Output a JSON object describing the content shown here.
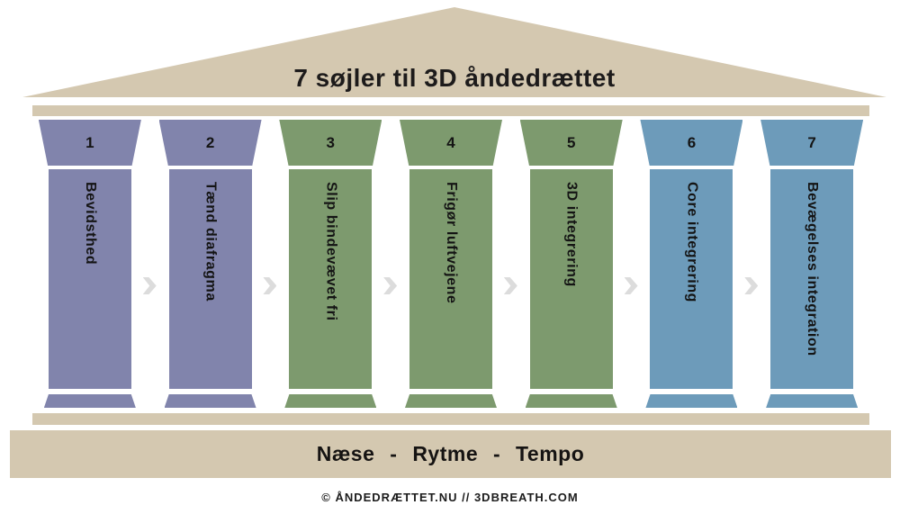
{
  "title": "7 søjler til 3D åndedrættet",
  "pillars": [
    {
      "number": "1",
      "label": "Bevidsthed",
      "color": "#8184ac"
    },
    {
      "number": "2",
      "label": "Tænd diafragma",
      "color": "#8184ac"
    },
    {
      "number": "3",
      "label": "Slip bindevævet fri",
      "color": "#7d9a6e"
    },
    {
      "number": "4",
      "label": "Frigør luftvejene",
      "color": "#7d9a6e"
    },
    {
      "number": "5",
      "label": "3D integrering",
      "color": "#7d9a6e"
    },
    {
      "number": "6",
      "label": "Core integrering",
      "color": "#6d9bba"
    },
    {
      "number": "7",
      "label": "Bevægelses integration",
      "color": "#6d9bba"
    }
  ],
  "baseline_bar": {
    "text": "Næse - Rytme - Tempo"
  },
  "credit": "© ÅNDEDRÆTTET.NU // 3DBREATH.COM",
  "colors": {
    "structure_tan": "#d4c8b0",
    "pillar_purple": "#8184ac",
    "pillar_green": "#7d9a6e",
    "pillar_blue": "#6d9bba",
    "arrow_gray": "#dcdcdc",
    "text_dark": "#1a1a1a"
  }
}
